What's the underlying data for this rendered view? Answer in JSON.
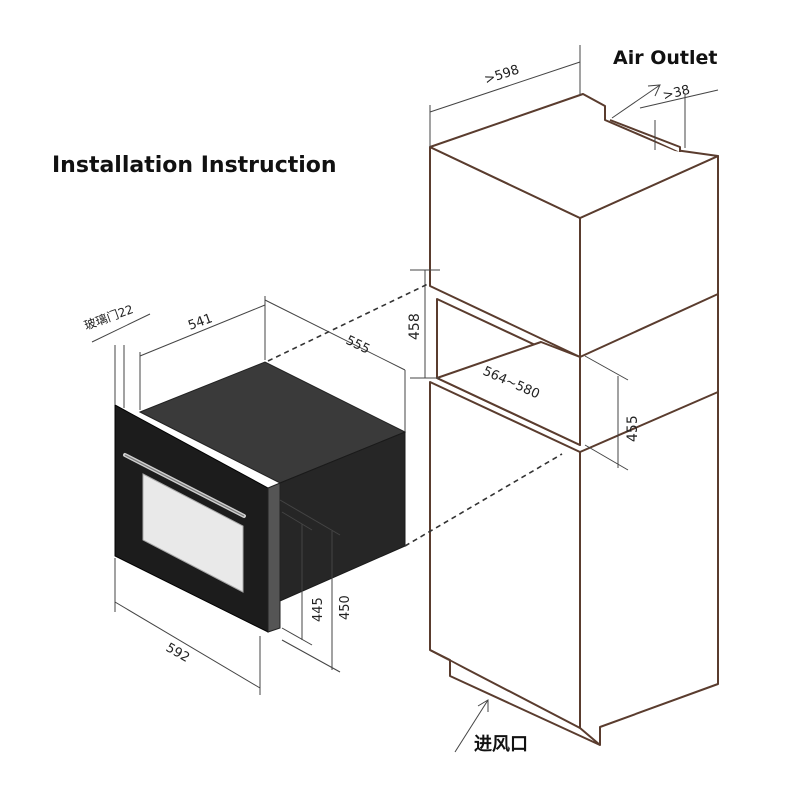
{
  "title": "Installation Instruction",
  "labels": {
    "air_outlet": "Air Outlet",
    "air_inlet": "进风口",
    "glass_door": "玻璃门22"
  },
  "dimensions": {
    "cabinet_width": ">598",
    "outlet_gap": ">38",
    "niche_height": "458",
    "niche_depth": "564~580",
    "niche_side_height": "455",
    "oven_body_width": "541",
    "oven_depth": "555",
    "oven_front_width": "592",
    "oven_body_height_445": "445",
    "oven_body_height_450": "450"
  },
  "colors": {
    "cabinet_outline": "#5a3c2e",
    "oven_body": "#2a2a2a",
    "oven_door": "#1c1c1c",
    "window": "#e9e9e9"
  }
}
